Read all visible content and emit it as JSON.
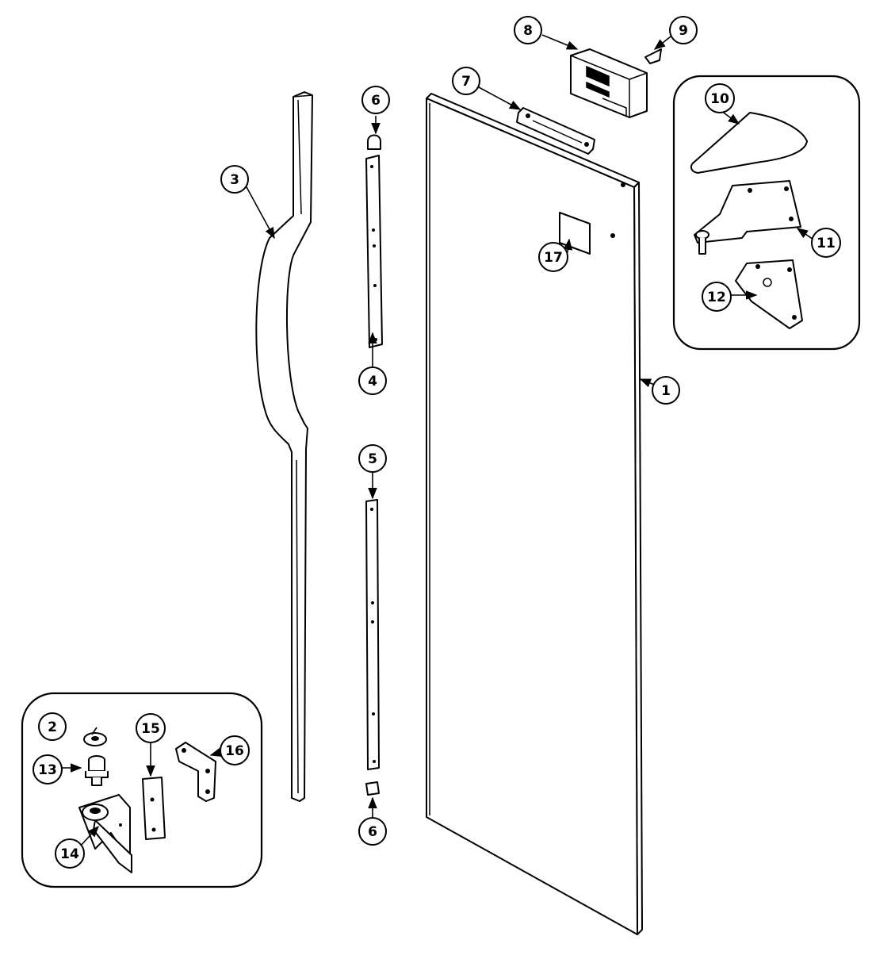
{
  "callouts": [
    {
      "id": "c1",
      "label": "1"
    },
    {
      "id": "c2",
      "label": "2"
    },
    {
      "id": "c3",
      "label": "3"
    },
    {
      "id": "c4",
      "label": "4"
    },
    {
      "id": "c5",
      "label": "5"
    },
    {
      "id": "c6a",
      "label": "6"
    },
    {
      "id": "c6b",
      "label": "6"
    },
    {
      "id": "c7",
      "label": "7"
    },
    {
      "id": "c8",
      "label": "8"
    },
    {
      "id": "c9",
      "label": "9"
    },
    {
      "id": "c10",
      "label": "10"
    },
    {
      "id": "c11",
      "label": "11"
    },
    {
      "id": "c12",
      "label": "12"
    },
    {
      "id": "c13",
      "label": "13"
    },
    {
      "id": "c14",
      "label": "14"
    },
    {
      "id": "c15",
      "label": "15"
    },
    {
      "id": "c16",
      "label": "16"
    },
    {
      "id": "c17",
      "label": "17"
    }
  ]
}
